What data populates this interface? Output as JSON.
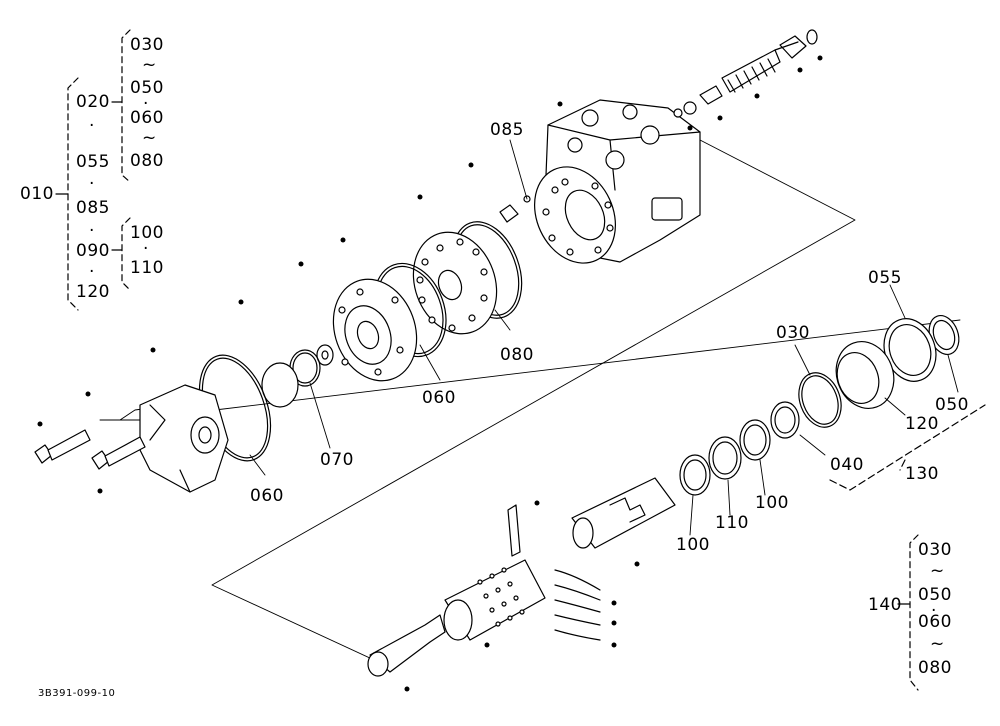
{
  "drawing_code": "3B391-099-10",
  "group_left": {
    "main": "010",
    "members": [
      "020",
      "055",
      "085",
      "090",
      "120"
    ],
    "sub_a": [
      "030",
      "050",
      "060",
      "080"
    ],
    "sub_b": [
      "100",
      "110"
    ]
  },
  "group_right": {
    "main": "140",
    "members": [
      "030",
      "050",
      "060",
      "080"
    ]
  },
  "callouts": {
    "c085": "085",
    "c080": "080",
    "c060_a": "060",
    "c070": "070",
    "c060_b": "060",
    "c055": "055",
    "c030": "030",
    "c050": "050",
    "c120": "120",
    "c040": "040",
    "c130": "130",
    "c100_a": "100",
    "c110": "110",
    "c100_b": "100"
  },
  "separators": {
    "dot": "·",
    "tilde": "~"
  },
  "colors": {
    "ink": "#000000",
    "paper": "#ffffff",
    "fill": "#ffffff"
  }
}
